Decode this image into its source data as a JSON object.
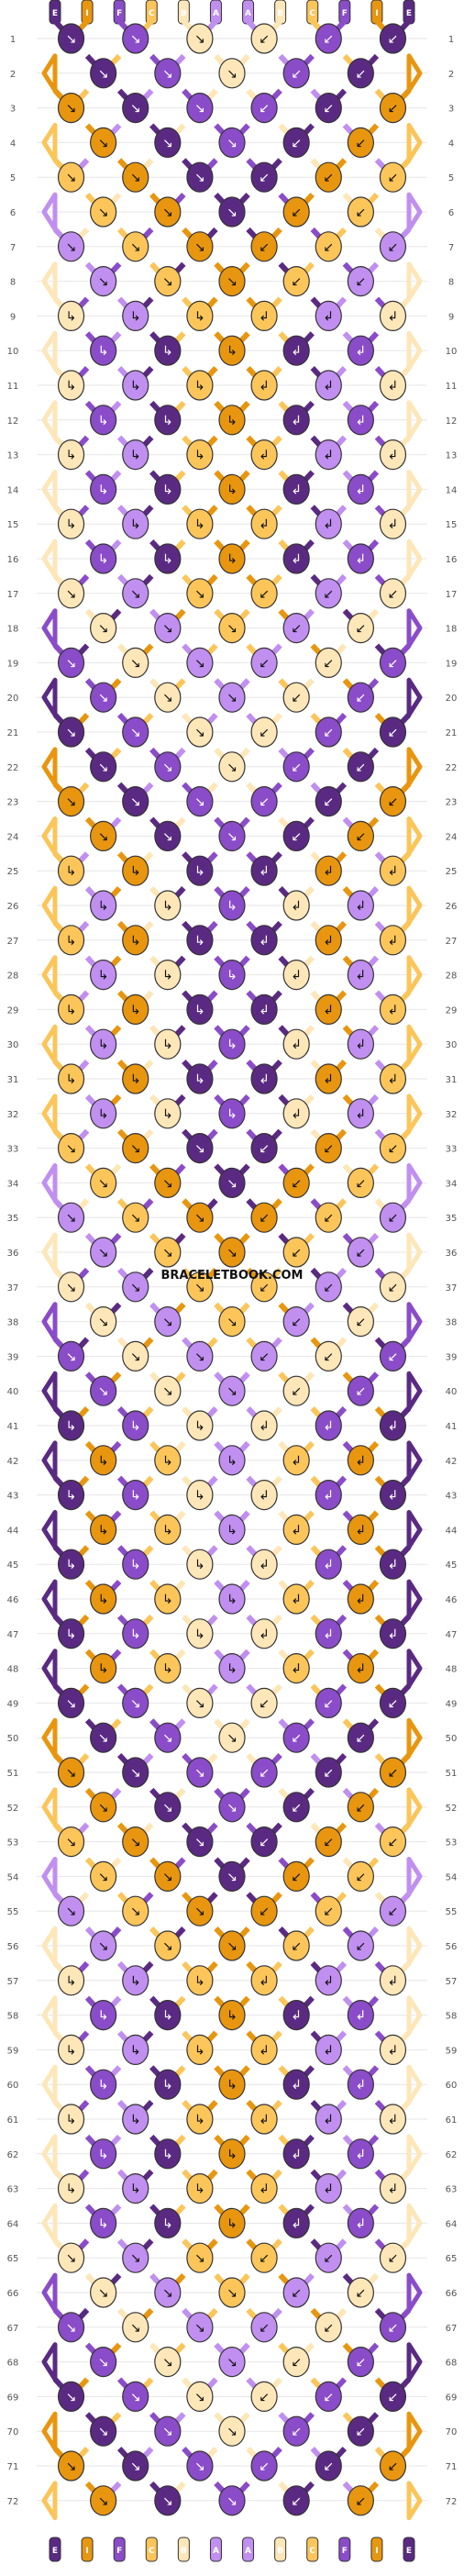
{
  "watermark": "BRACELETBOOK.COM",
  "colors": {
    "dark_purple": "#5a2a83",
    "mid_purple": "#8a4cc8",
    "light_purple": "#c08ff0",
    "orange": "#e8960f",
    "light_orange": "#fbc55a",
    "cream": "#fde6b8"
  },
  "strings": [
    {
      "label": "E",
      "color": "#5a2a83"
    },
    {
      "label": "I",
      "color": "#e8960f"
    },
    {
      "label": "F",
      "color": "#8a4cc8"
    },
    {
      "label": "C",
      "color": "#fbc55a"
    },
    {
      "label": "B",
      "color": "#fde6b8"
    },
    {
      "label": "A",
      "color": "#c08ff0"
    },
    {
      "label": "A",
      "color": "#c08ff0"
    },
    {
      "label": "B",
      "color": "#fde6b8"
    },
    {
      "label": "C",
      "color": "#fbc55a"
    },
    {
      "label": "F",
      "color": "#8a4cc8"
    },
    {
      "label": "I",
      "color": "#e8960f"
    },
    {
      "label": "E",
      "color": "#5a2a83"
    }
  ],
  "row_count": 72
}
